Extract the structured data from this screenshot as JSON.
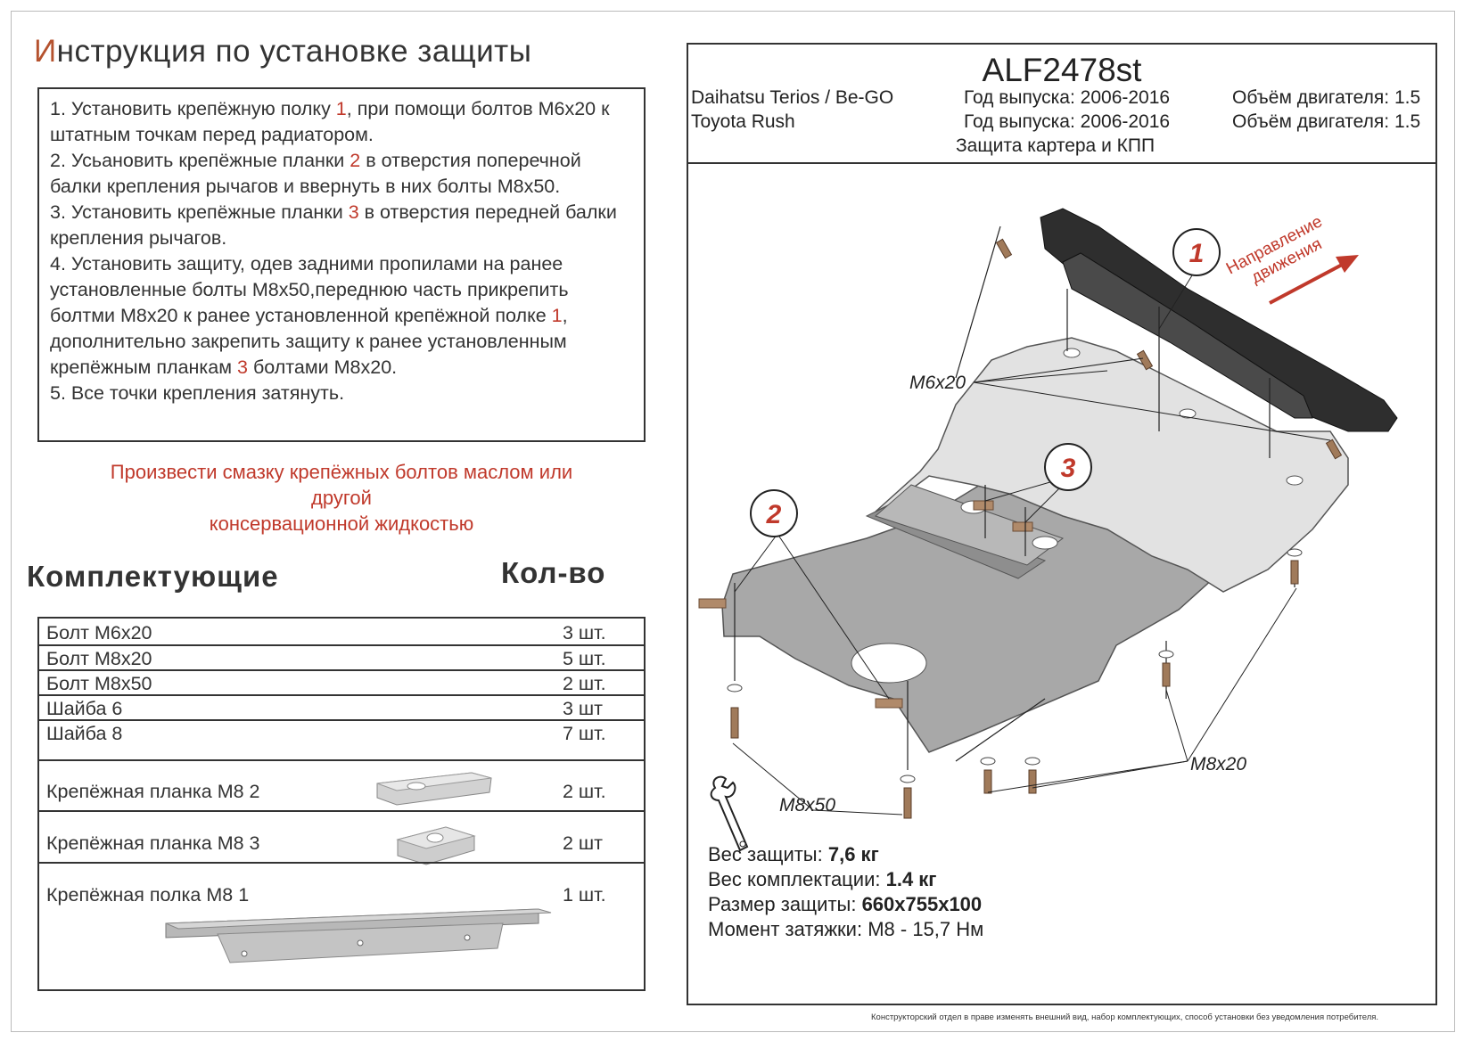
{
  "title": {
    "first_letter": "И",
    "rest": "нструкция по установке защиты"
  },
  "instructions": [
    {
      "a": "1.  Установить крепёжную полку ",
      "n": "1",
      "b": ", при помощи болтов М6х20 к штатным точкам перед радиатором."
    },
    {
      "a": "2.  Усьановить крепёжные планки ",
      "n": "2",
      "b": " в отверстия поперечной балки крепления рычагов и ввернуть в них болты М8х50."
    },
    {
      "a": "3.  Установить крепёжные планки ",
      "n": "3",
      "b": " в отверстия передней балки крепления рычагов."
    },
    {
      "a": "4.  Установить защиту, одев задними пропилами на ранее установленные болты М8х50,переднюю часть прикрепить болтми М8х20 к ранее установленной крепёжной полке ",
      "n": "1",
      "b": ", дополнительно закрепить защиту к ранее установленным крепёжным планкам ",
      "n2": "3",
      "c": " болтами М8х20."
    },
    {
      "a": "5.  Все точки крепления затянуть.",
      "n": "",
      "b": ""
    }
  ],
  "lubrication": [
    "Произвести смазку крепёжных болтов маслом или",
    "другой",
    "консервационной жидкостью"
  ],
  "parts_header": "Комплектующие",
  "qty_header": "Кол-во",
  "parts": [
    {
      "name": "Болт М6х20",
      "qty": "3 шт."
    },
    {
      "name": "Болт М8х20",
      "qty": "5 шт."
    },
    {
      "name": "Болт М8х50",
      "qty": "2 шт."
    },
    {
      "name": "Шайба 6",
      "qty": "3 шт"
    },
    {
      "name": "Шайба 8",
      "qty": "7 шт."
    },
    {
      "name": "Крепёжная планка М8 2",
      "qty": "2 шт."
    },
    {
      "name": "Крепёжная планка М8 3",
      "qty": "2 шт"
    },
    {
      "name": "Крепёжная полка М8  1",
      "qty": "1 шт."
    }
  ],
  "spec": {
    "code": "ALF2478st",
    "vehicles": [
      {
        "model": "Daihatsu Terios / Be-GO",
        "year": "Год выпуска: 2006-2016",
        "engine": "Объём двигателя: 1.5"
      },
      {
        "model": "Toyota Rush",
        "year": "Год выпуска: 2006-2016",
        "engine": "Объём двигателя: 1.5"
      }
    ],
    "product": "Защита картера и КПП"
  },
  "drawing": {
    "direction_line1": "Направление",
    "direction_line2": "движения",
    "callouts": [
      "1",
      "2",
      "3"
    ],
    "bolt_labels": {
      "m6x20": "M6x20",
      "m8x20": "M8x20",
      "m8x50": "M8x50"
    },
    "icons": [
      "wrench-icon",
      "direction-arrow-icon"
    ],
    "colors": {
      "plate": "#a8a8a8",
      "plate_light": "#e0e0e0",
      "shelf": "#2e2e2e",
      "bracket": "#b08a6a",
      "callout": "#c0392b"
    }
  },
  "stats": [
    {
      "label": "Вес защиты: ",
      "value": "7,6 кг",
      "bold": true
    },
    {
      "label": "Вес комплектации: ",
      "value": "1.4 кг",
      "bold": true
    },
    {
      "label": "Размер защиты: ",
      "value": "660х755х100",
      "bold": true
    },
    {
      "label": "Момент затяжки:  ",
      "value": "М8 - 15,7 Нм",
      "bold": false
    }
  ],
  "footer": "Конструкторский отдел в праве изменять внешний вид, набор комплектующих, способ установки без уведомления потребителя."
}
